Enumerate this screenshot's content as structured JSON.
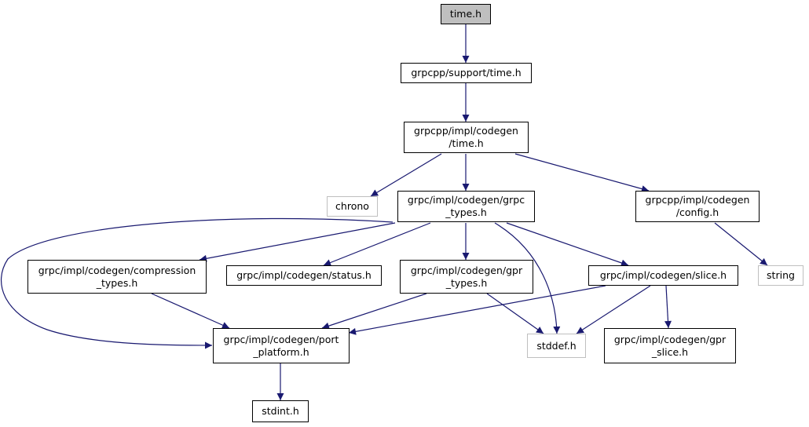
{
  "nodes": {
    "time_h": {
      "lines": [
        "time.h"
      ],
      "kind": "root"
    },
    "support_time": {
      "lines": [
        "grpcpp/support/time.h"
      ],
      "kind": "normal"
    },
    "codegen_time": {
      "lines": [
        "grpcpp/impl/codegen",
        "/time.h"
      ],
      "kind": "normal"
    },
    "chrono": {
      "lines": [
        "chrono"
      ],
      "kind": "external"
    },
    "grpc_types": {
      "lines": [
        "grpc/impl/codegen/grpc",
        "_types.h"
      ],
      "kind": "normal"
    },
    "config": {
      "lines": [
        "grpcpp/impl/codegen",
        "/config.h"
      ],
      "kind": "normal"
    },
    "string": {
      "lines": [
        "string"
      ],
      "kind": "external"
    },
    "compression": {
      "lines": [
        "grpc/impl/codegen/compression",
        "_types.h"
      ],
      "kind": "normal"
    },
    "status": {
      "lines": [
        "grpc/impl/codegen/status.h"
      ],
      "kind": "normal"
    },
    "gpr_types": {
      "lines": [
        "grpc/impl/codegen/gpr",
        "_types.h"
      ],
      "kind": "normal"
    },
    "slice": {
      "lines": [
        "grpc/impl/codegen/slice.h"
      ],
      "kind": "normal"
    },
    "port_platform": {
      "lines": [
        "grpc/impl/codegen/port",
        "_platform.h"
      ],
      "kind": "normal"
    },
    "stddef": {
      "lines": [
        "stddef.h"
      ],
      "kind": "external"
    },
    "gpr_slice": {
      "lines": [
        "grpc/impl/codegen/gpr",
        "_slice.h"
      ],
      "kind": "normal"
    },
    "stdint": {
      "lines": [
        "stdint.h"
      ],
      "kind": "normal"
    }
  },
  "edges": [
    [
      "time_h",
      "support_time"
    ],
    [
      "support_time",
      "codegen_time"
    ],
    [
      "codegen_time",
      "chrono"
    ],
    [
      "codegen_time",
      "grpc_types"
    ],
    [
      "codegen_time",
      "config"
    ],
    [
      "config",
      "string"
    ],
    [
      "grpc_types",
      "compression"
    ],
    [
      "grpc_types",
      "status"
    ],
    [
      "grpc_types",
      "gpr_types"
    ],
    [
      "grpc_types",
      "slice"
    ],
    [
      "grpc_types",
      "stddef"
    ],
    [
      "grpc_types",
      "port_platform"
    ],
    [
      "compression",
      "port_platform"
    ],
    [
      "gpr_types",
      "port_platform"
    ],
    [
      "gpr_types",
      "stddef"
    ],
    [
      "slice",
      "port_platform"
    ],
    [
      "slice",
      "stddef"
    ],
    [
      "slice",
      "gpr_slice"
    ],
    [
      "port_platform",
      "stdint"
    ]
  ],
  "colors": {
    "edge": "#191970",
    "node_border": "#000000",
    "external_border": "#bfbfbf",
    "root_fill": "#bfbfbf"
  }
}
